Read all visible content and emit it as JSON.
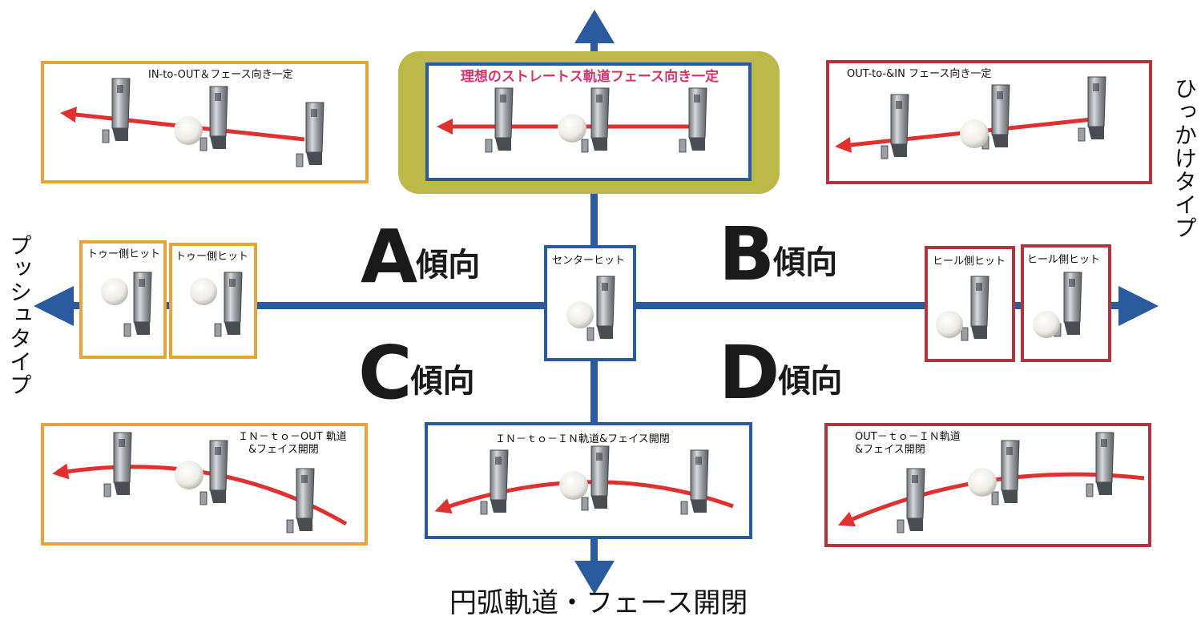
{
  "top_center_box": {
    "label": "理想のストレートス軌道フェース向き一定",
    "label_color": "#d6336c"
  },
  "top_left_box": {
    "label": "IN-to-OUT＆フェース向き一定"
  },
  "top_right_box": {
    "label": "OUT-to-&IN フェース向き一定"
  },
  "left_boxes": [
    {
      "label": "トゥー側ヒット"
    },
    {
      "label": "トゥー側ヒット"
    }
  ],
  "center_box": {
    "label": "センターヒット"
  },
  "right_boxes": [
    {
      "label": "ヒール側ヒット"
    },
    {
      "label": "ヒール側ヒット"
    }
  ],
  "bottom_left_box": {
    "label": "ＩＮ－ｔｏ－OUT 軌道\n　&フェイス開閉"
  },
  "bottom_center_box": {
    "label": "ＩＮ－ｔｏ－ＩＮ軌道&フェイス開閉"
  },
  "bottom_right_box": {
    "label": "OUT－ｔｏ－ＩＮ軌道\n&フェイス開閉"
  },
  "quadrants": {
    "a": {
      "letter": "A",
      "word": "傾向"
    },
    "b": {
      "letter": "B",
      "word": "傾向"
    },
    "c": {
      "letter": "C",
      "word": "傾向"
    },
    "d": {
      "letter": "D",
      "word": "傾向"
    }
  },
  "axis_labels": {
    "left": "プッシュタイプ",
    "right": "ひっかけタイプ",
    "bottom": "円弧軌道・フェース開閉"
  },
  "colors": {
    "axis": "#2a5b9e",
    "orange": "#e9a23b",
    "red": "#b5333f",
    "highlight": "#bcb948",
    "path": "#e03030"
  }
}
